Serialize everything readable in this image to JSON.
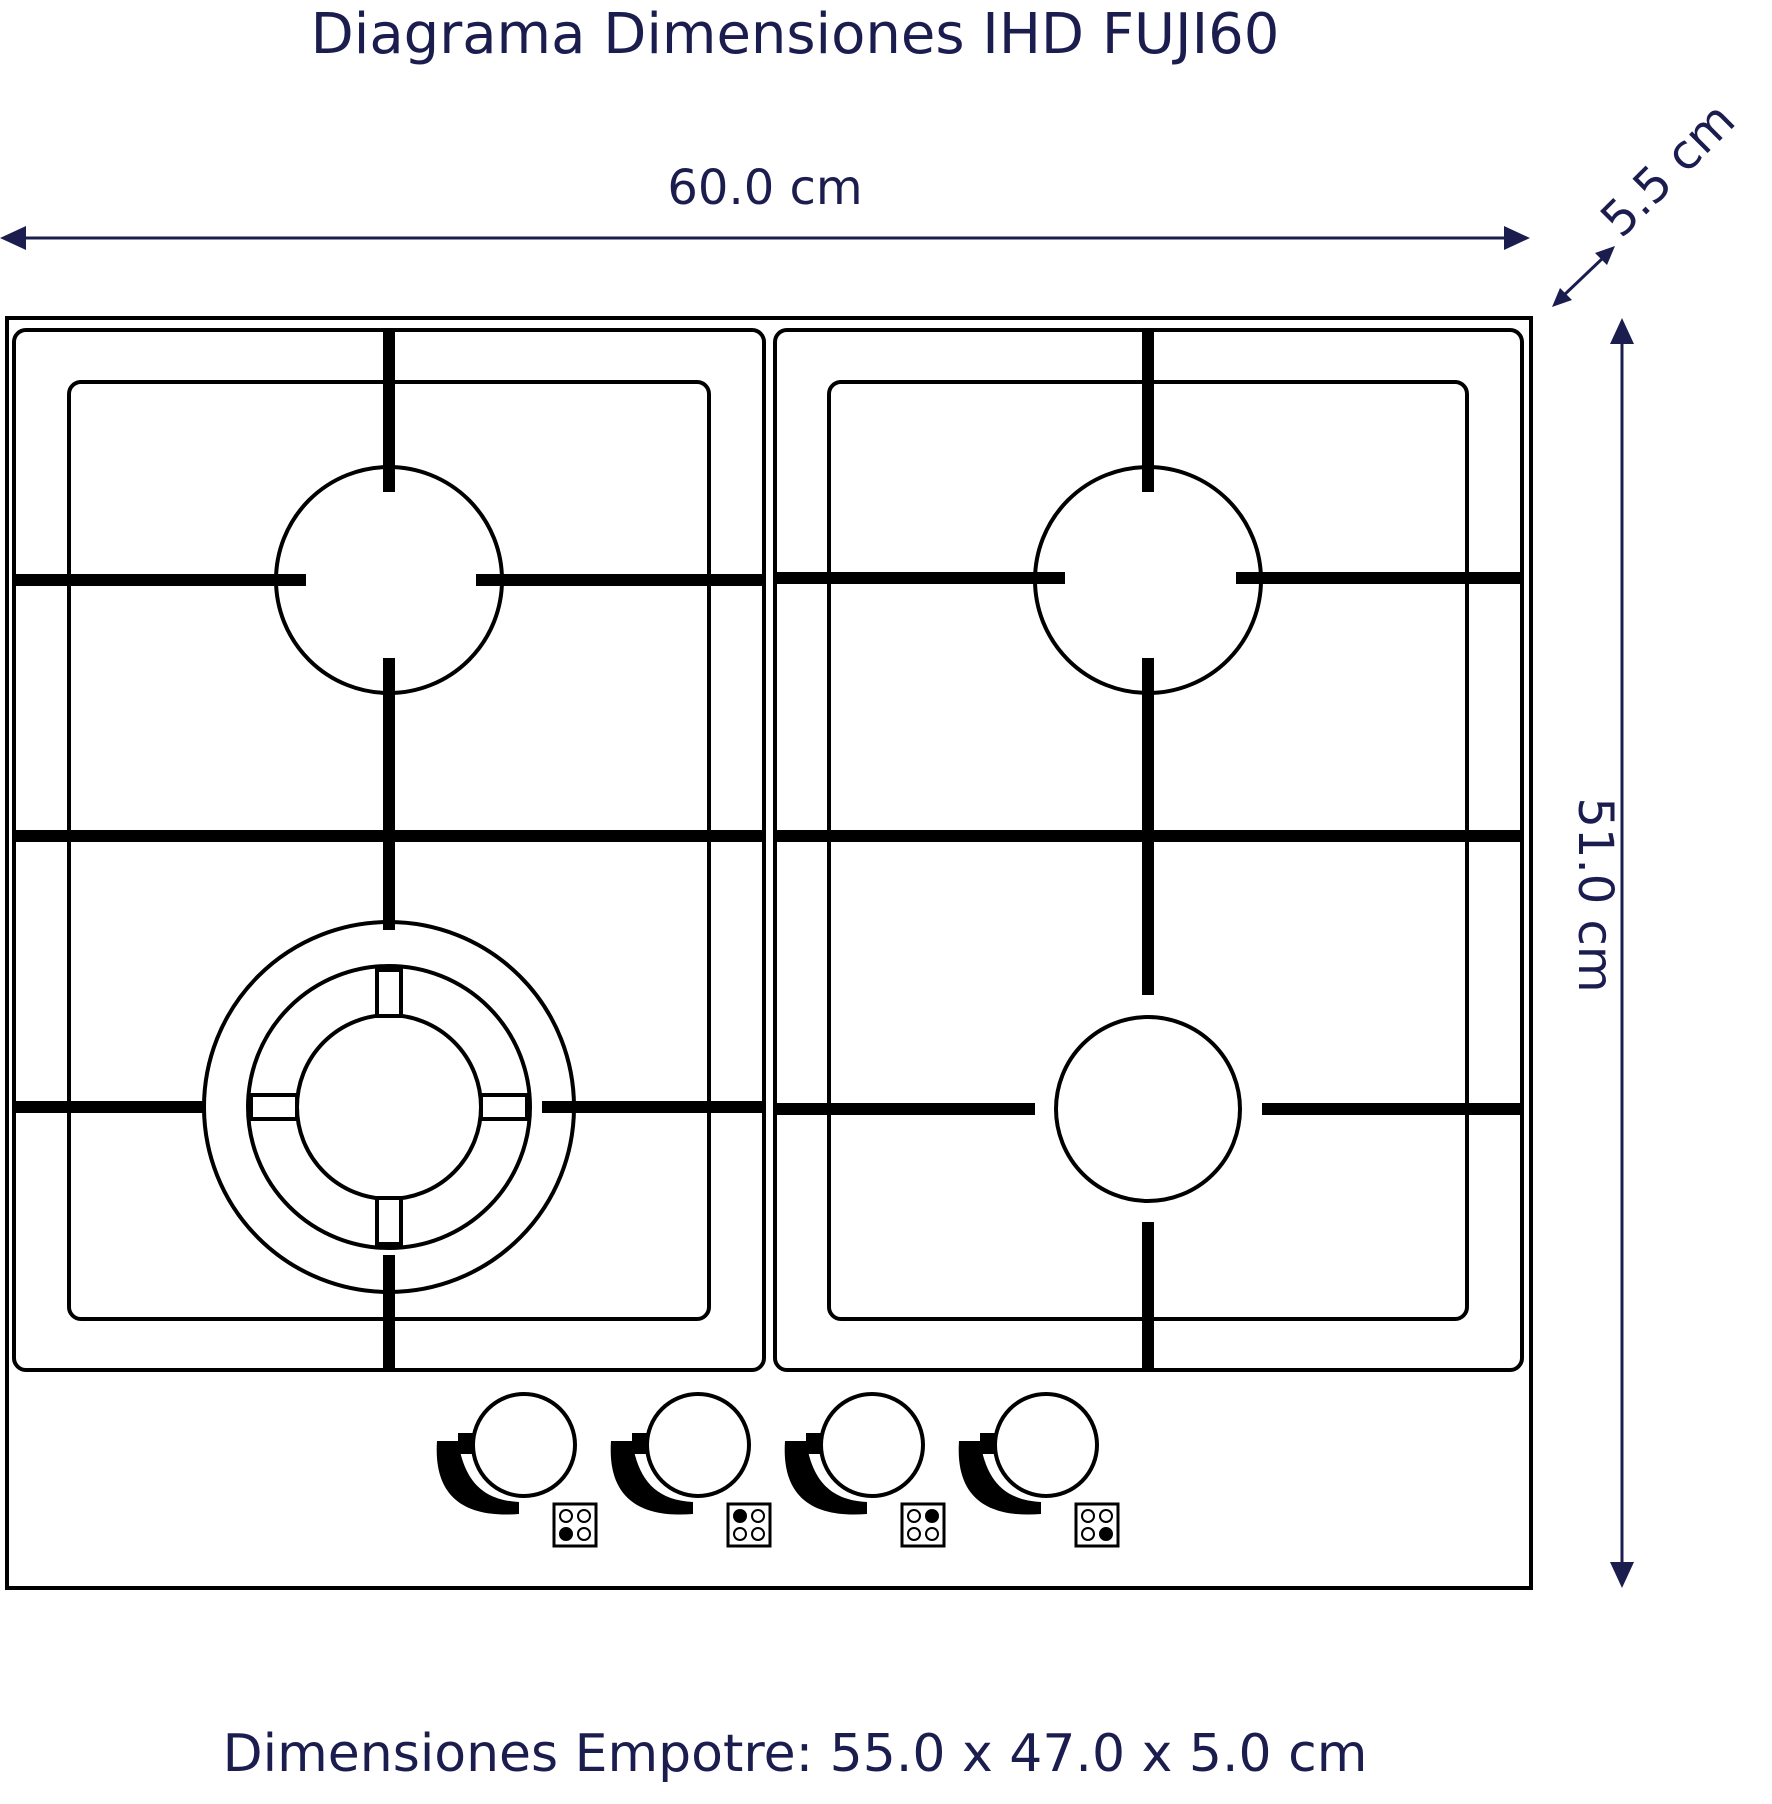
{
  "title": "Diagrama Dimensiones IHD FUJI60",
  "dimensions": {
    "width": "60.0 cm",
    "height": "51.0 cm",
    "depth": "5.5 cm"
  },
  "footer": "Dimensiones Empotre: 55.0  x 47.0 x 5.0 cm",
  "colors": {
    "text": "#1c1d4f",
    "lines": "#000000"
  }
}
